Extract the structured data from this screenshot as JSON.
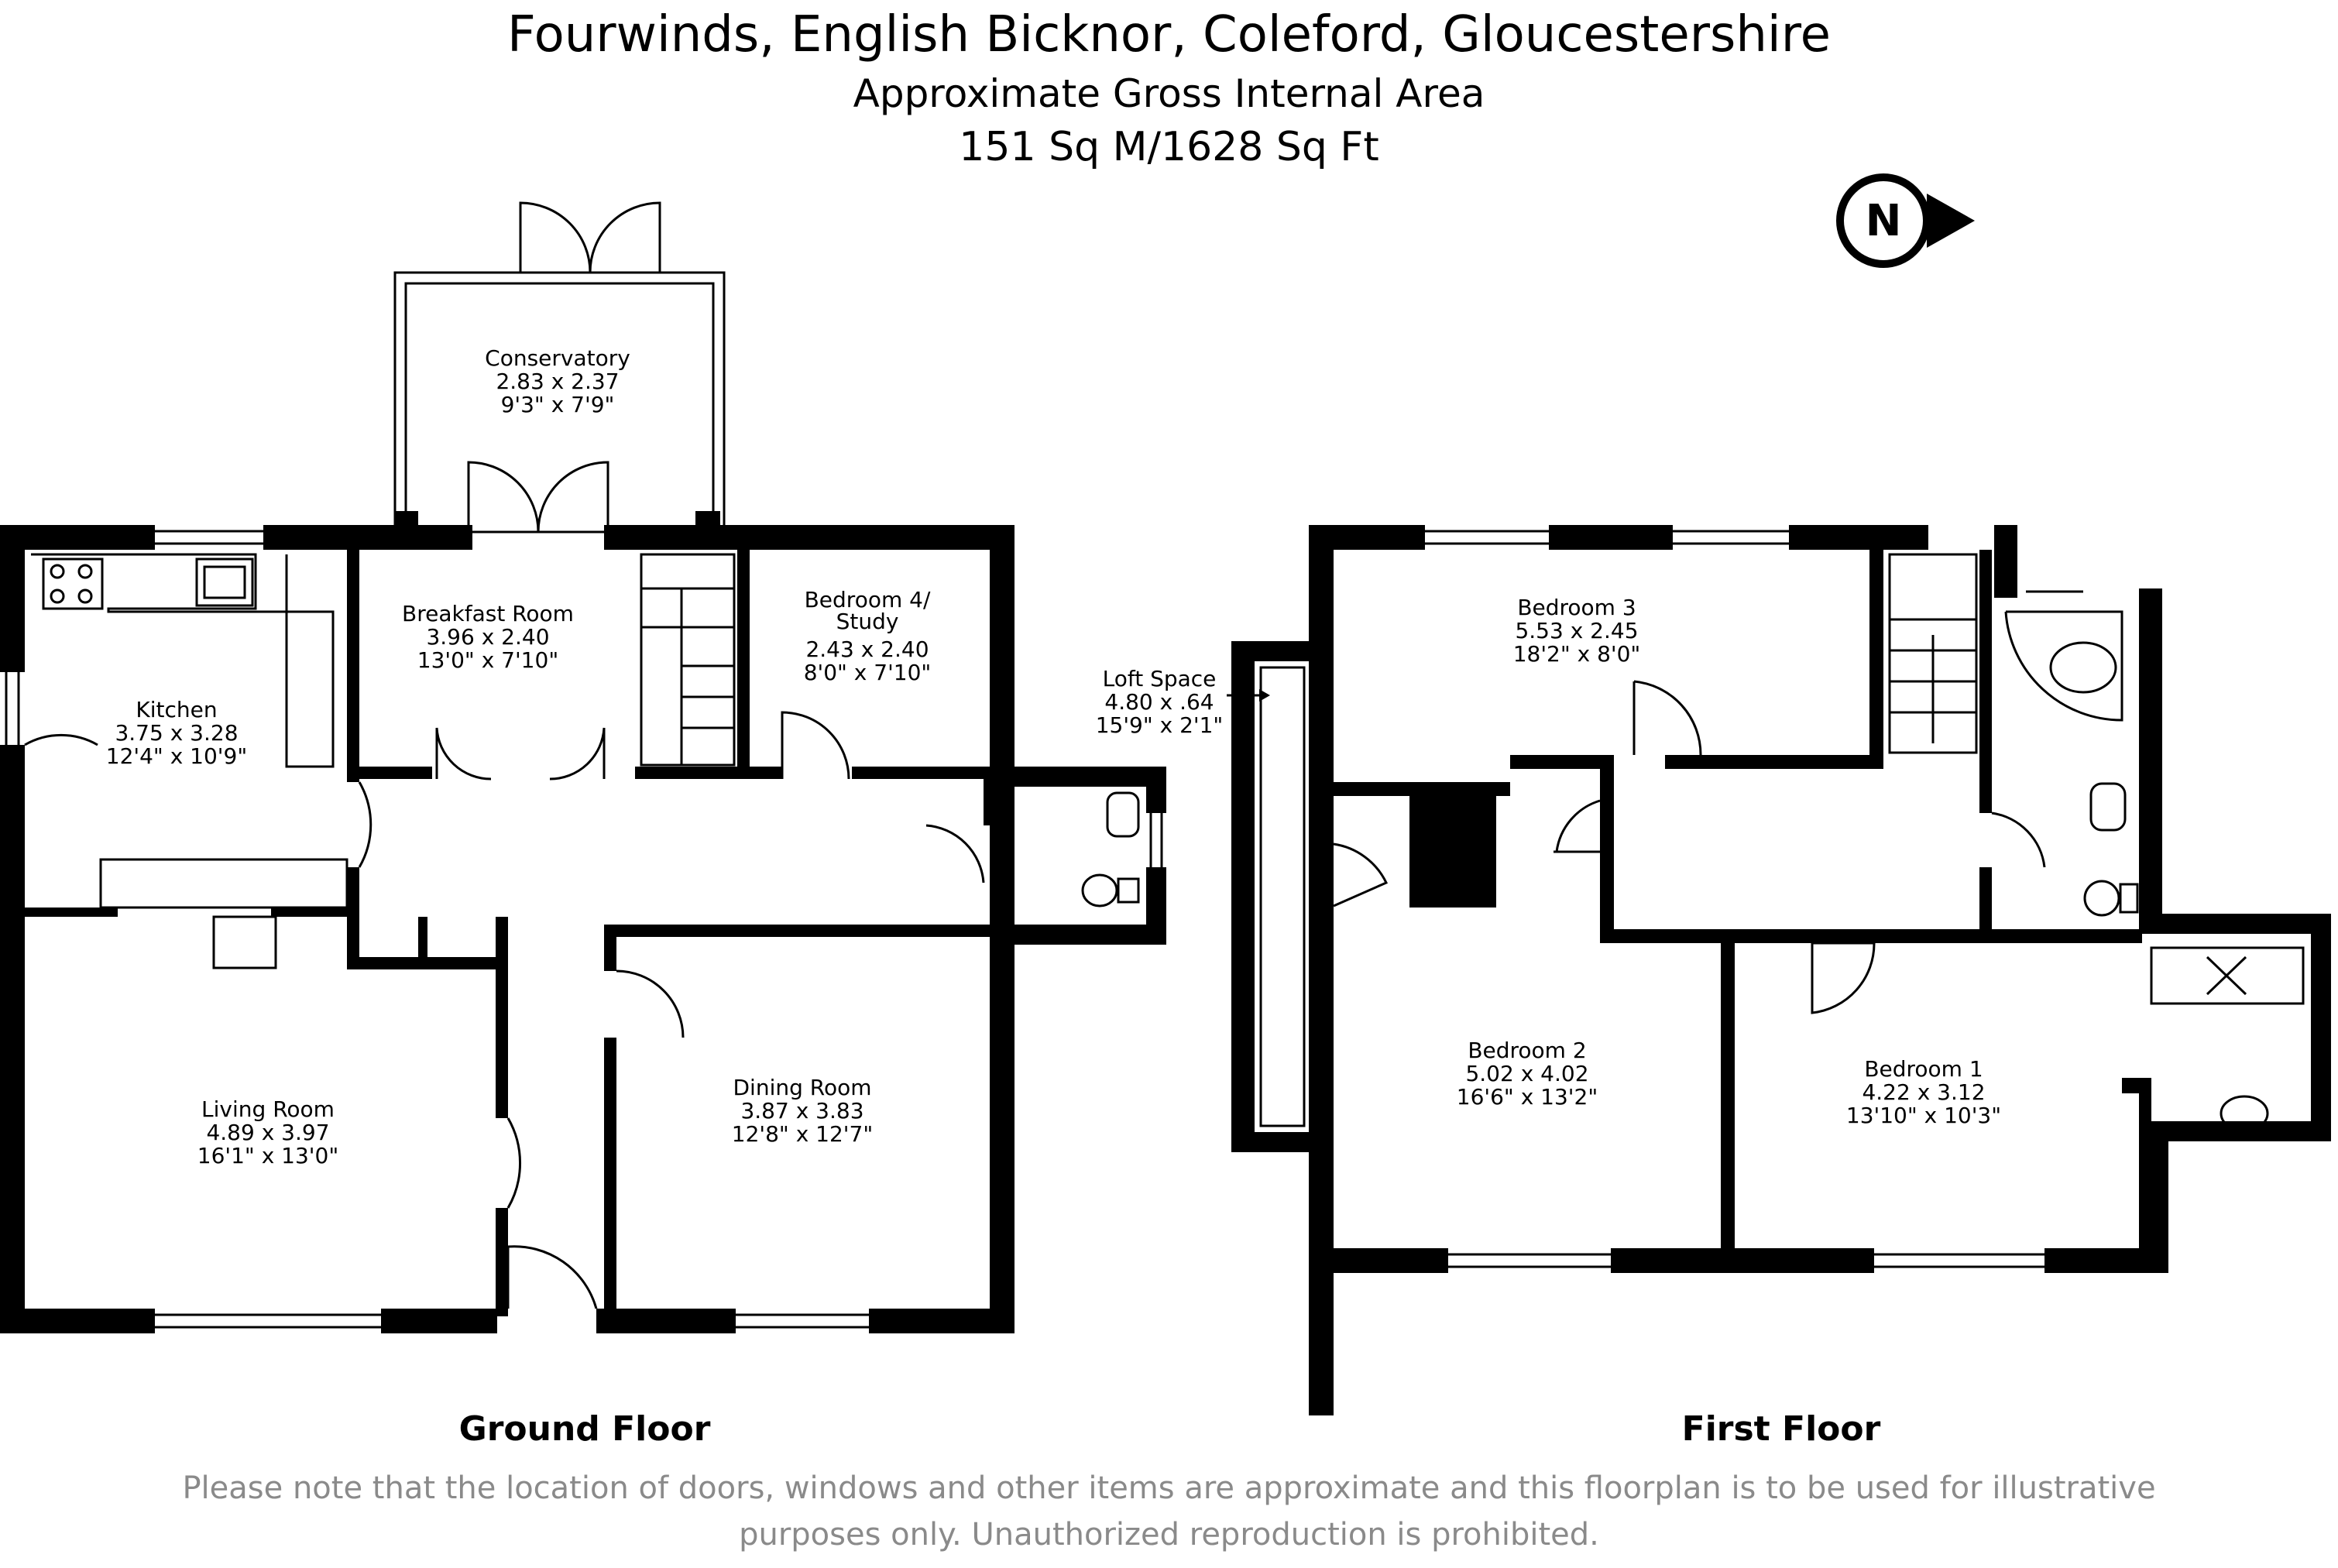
{
  "header": {
    "title": "Fourwinds, English Bicknor, Coleford, Gloucestershire",
    "subtitle": "Approximate Gross Internal Area",
    "area": "151 Sq M/1628 Sq Ft"
  },
  "compass": {
    "letter": "N",
    "icon": "north-arrow-icon"
  },
  "ground_floor": {
    "label": "Ground Floor",
    "rooms": {
      "conservatory": {
        "name": "Conservatory",
        "metric": "2.83 x 2.37",
        "imperial": "9'3\" x 7'9\""
      },
      "breakfast": {
        "name": "Breakfast Room",
        "metric": "3.96 x 2.40",
        "imperial": "13'0\" x 7'10\""
      },
      "bedroom4_line1": "Bedroom 4/",
      "bedroom4_line2": "Study",
      "bedroom4_metric": "2.43 x 2.40",
      "bedroom4_imperial": "8'0\" x 7'10\"",
      "kitchen": {
        "name": "Kitchen",
        "metric": "3.75 x 3.28",
        "imperial": "12'4\" x 10'9\""
      },
      "living": {
        "name": "Living Room",
        "metric": "4.89 x 3.97",
        "imperial": "16'1\" x 13'0\""
      },
      "dining": {
        "name": "Dining Room",
        "metric": "3.87 x 3.83",
        "imperial": "12'8\" x 12'7\""
      }
    }
  },
  "first_floor": {
    "label": "First Floor",
    "rooms": {
      "loft": {
        "name": "Loft Space",
        "metric": "4.80 x .64",
        "imperial": "15'9\" x 2'1\""
      },
      "bedroom3": {
        "name": "Bedroom 3",
        "metric": "5.53 x 2.45",
        "imperial": "18'2\" x 8'0\""
      },
      "bedroom2": {
        "name": "Bedroom 2",
        "metric": "5.02 x 4.02",
        "imperial": "16'6\" x 13'2\""
      },
      "bedroom1": {
        "name": "Bedroom 1",
        "metric": "4.22 x 3.12",
        "imperial": "13'10\" x 10'3\""
      }
    }
  },
  "disclaimer": {
    "line1": "Please note that the location of doors, windows and other items are approximate and this floorplan is to be used for illustrative",
    "line2": "purposes only. Unauthorized reproduction is prohibited."
  },
  "colors": {
    "wall": "#000000",
    "disclaimer": "#8a8a8a",
    "background": "#ffffff"
  }
}
